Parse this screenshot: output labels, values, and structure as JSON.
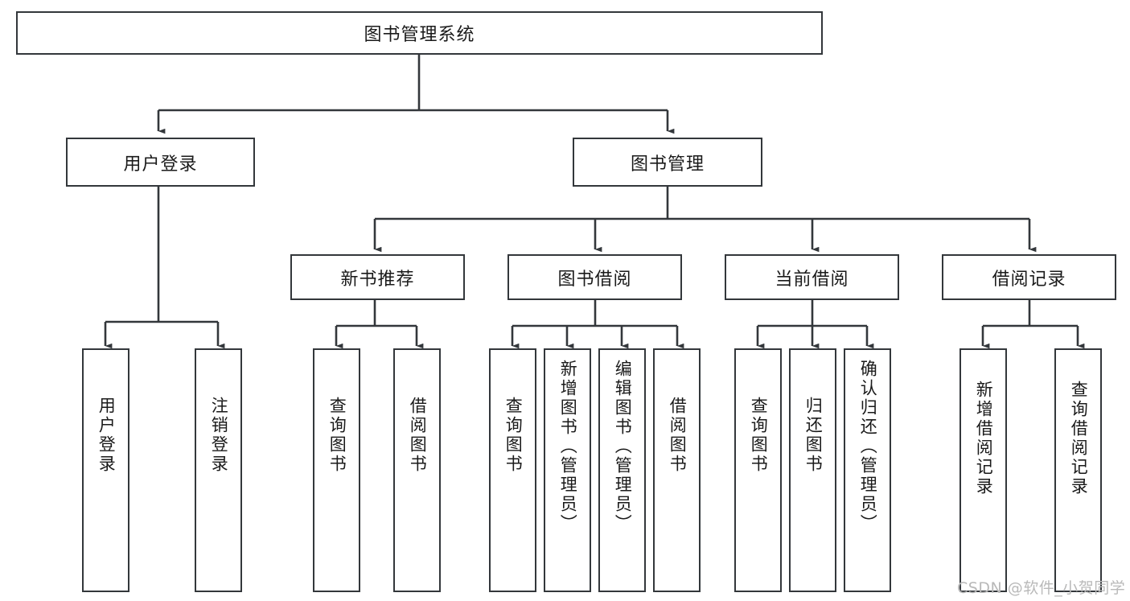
{
  "diagram": {
    "title": "图书管理系统",
    "type": "hierarchy-tree",
    "watermark": "CSDN @软件_小贺同学",
    "colors": {
      "box_border": "#33373b",
      "box_fill": "#ffffff",
      "connector": "#33373b",
      "text": "#1a1a1a",
      "watermark": "#b9b9b9"
    },
    "root": {
      "label": "图书管理系统"
    },
    "level1": [
      {
        "label": "用户登录"
      },
      {
        "label": "图书管理"
      }
    ],
    "level2": [
      {
        "label": "新书推荐"
      },
      {
        "label": "图书借阅"
      },
      {
        "label": "当前借阅"
      },
      {
        "label": "借阅记录"
      }
    ],
    "leaves": {
      "user_login": [
        {
          "label": "用户登录"
        },
        {
          "label": "注销登录"
        }
      ],
      "new_book_recommend": [
        {
          "label": "查询图书"
        },
        {
          "label": "借阅图书"
        }
      ],
      "book_borrow": [
        {
          "label": "查询图书"
        },
        {
          "label": "新增图书（管理员）"
        },
        {
          "label": "编辑图书（管理员）"
        },
        {
          "label": "借阅图书"
        }
      ],
      "current_borrow": [
        {
          "label": "查询图书"
        },
        {
          "label": "归还图书"
        },
        {
          "label": "确认归还（管理员）"
        }
      ],
      "borrow_record": [
        {
          "label": "新增借阅记录"
        },
        {
          "label": "查询借阅记录"
        }
      ]
    }
  }
}
